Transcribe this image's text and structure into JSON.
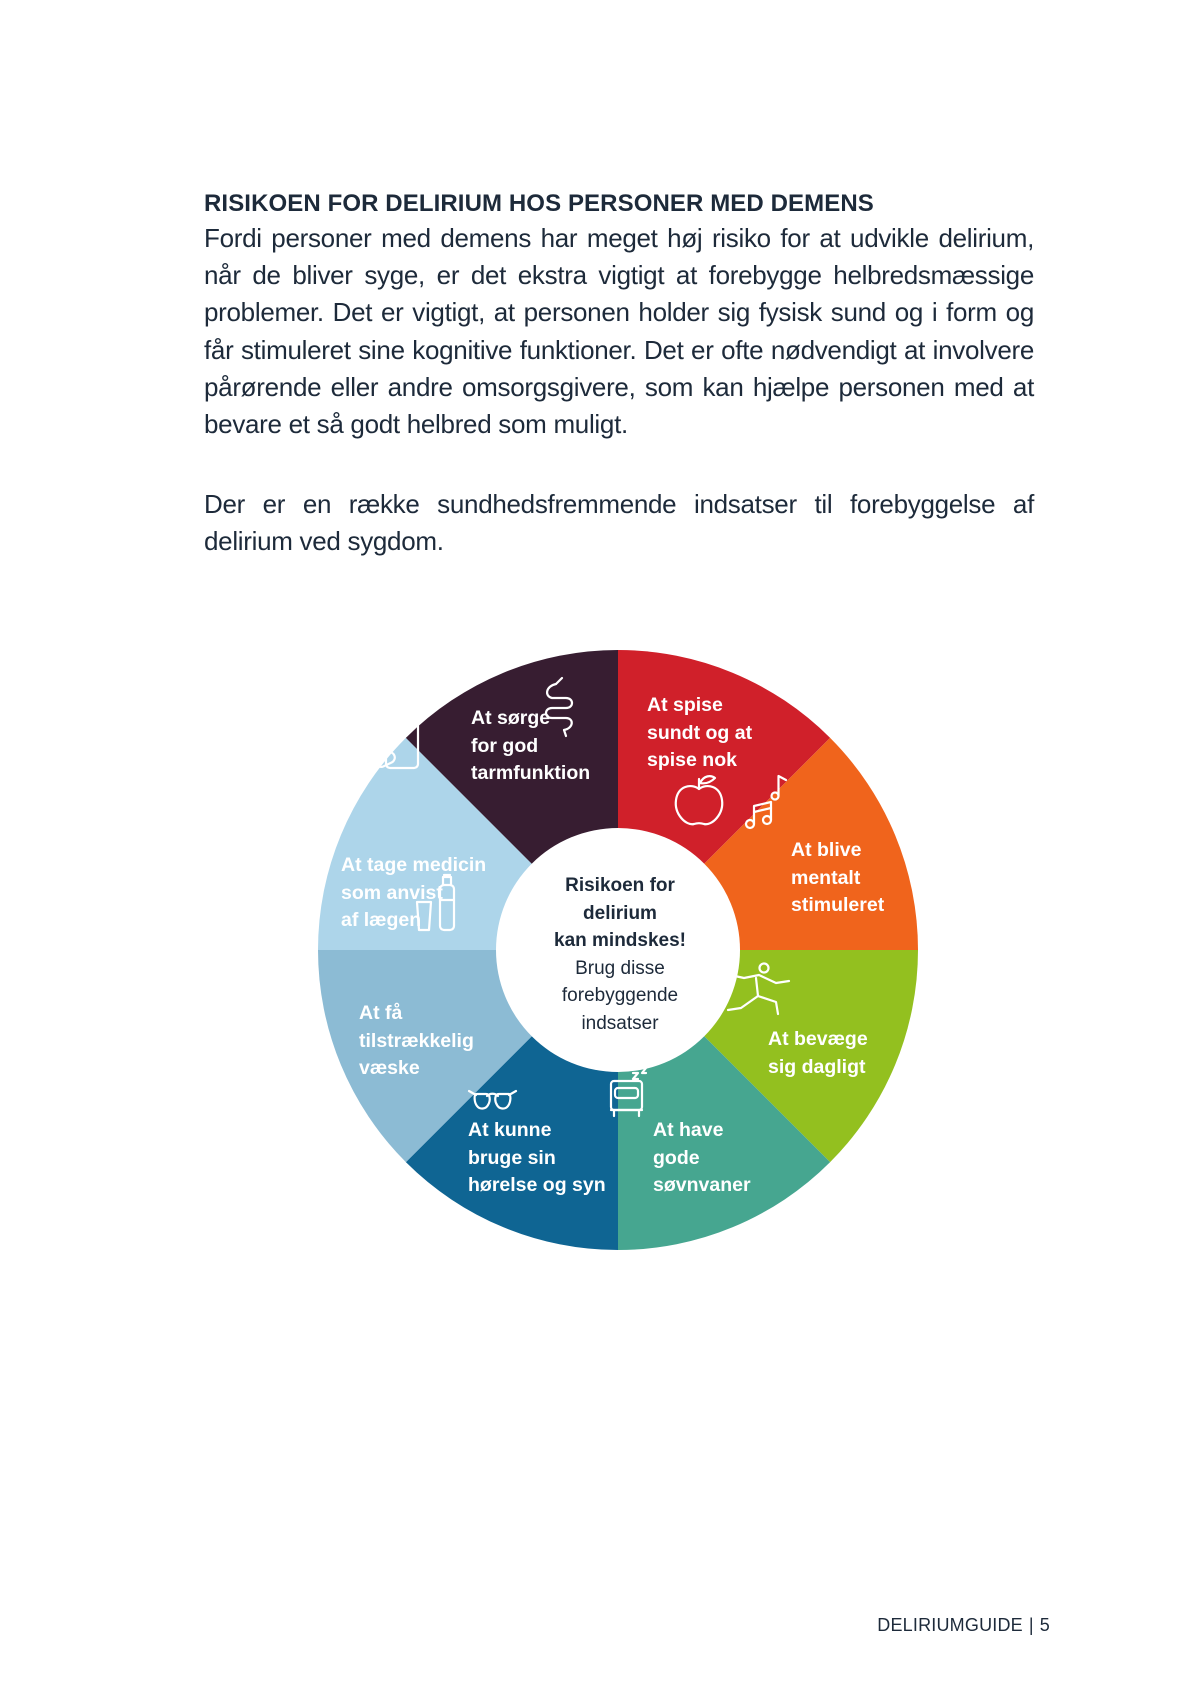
{
  "heading": "RISIKOEN FOR DELIRIUM HOS PERSONER MED DEMENS",
  "paragraphs": [
    "Fordi personer med demens har meget høj risiko for at udvikle delirium, når de bliver syge, er det ekstra vigtigt at forebygge helbredsmæssige problemer. Det er vigtigt, at personen holder sig fysisk sund og i form og får stimuleret sine kognitive funktioner. Det er ofte nødvendigt at involvere pårørende eller andre omsorgsgivere, som kan hjælpe personen med at bevare et så godt helbred som muligt.",
    "Der er en række sundhedsfremmende indsatser til forebyggelse af delirium ved sygdom."
  ],
  "wheel": {
    "center": {
      "line1": "Risikoen for",
      "line2": "delirium",
      "line3": "kan mindskes!",
      "line4": "Brug disse",
      "line5": "forebyggende",
      "line6": "indsatser"
    },
    "segments": [
      {
        "lines": [
          "At spise",
          "sundt og at",
          "spise nok"
        ],
        "color": "#d0202a",
        "icon": "apple-icon"
      },
      {
        "lines": [
          "At blive",
          "mentalt",
          "stimuleret"
        ],
        "color": "#f0641c",
        "icon": "music-notes-icon"
      },
      {
        "lines": [
          "At bevæge",
          "sig dagligt"
        ],
        "color": "#93c01f",
        "icon": "stretching-person-icon"
      },
      {
        "lines": [
          "At have",
          "gode",
          "søvnvaner"
        ],
        "color": "#46a690",
        "icon": "bed-icon"
      },
      {
        "lines": [
          "At kunne",
          "bruge sin",
          "hørelse og syn"
        ],
        "color": "#0f6593",
        "icon": "glasses-icon"
      },
      {
        "lines": [
          "At få",
          "tilstrækkelig",
          "væske"
        ],
        "color": "#8cbbd4",
        "icon": "water-bottle-glass-icon"
      },
      {
        "lines": [
          "At tage medicin",
          "som anvist",
          "af lægen"
        ],
        "color": "#add5ea",
        "icon": "pills-jar-icon"
      },
      {
        "lines": [
          "At sørge",
          "for god",
          "tarmfunktion"
        ],
        "color": "#371d31",
        "icon": "intestine-icon"
      }
    ]
  },
  "footer": {
    "title": "DELIRIUMGUIDE",
    "separator": "|",
    "page": "5"
  }
}
